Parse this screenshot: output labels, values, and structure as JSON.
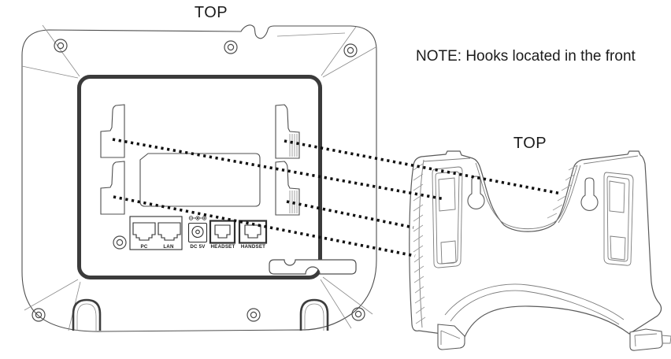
{
  "diagram": {
    "background": "#ffffff",
    "ink_color": "#2e2e2e",
    "labels": {
      "phone_top": "TOP",
      "bracket_top": "TOP",
      "note": "NOTE: Hooks located in the front"
    },
    "phone_ports": {
      "pc": "PC",
      "lan": "LAN",
      "dc": "DC 5V",
      "headset": "HEADSET",
      "handset": "HANDSET"
    }
  }
}
